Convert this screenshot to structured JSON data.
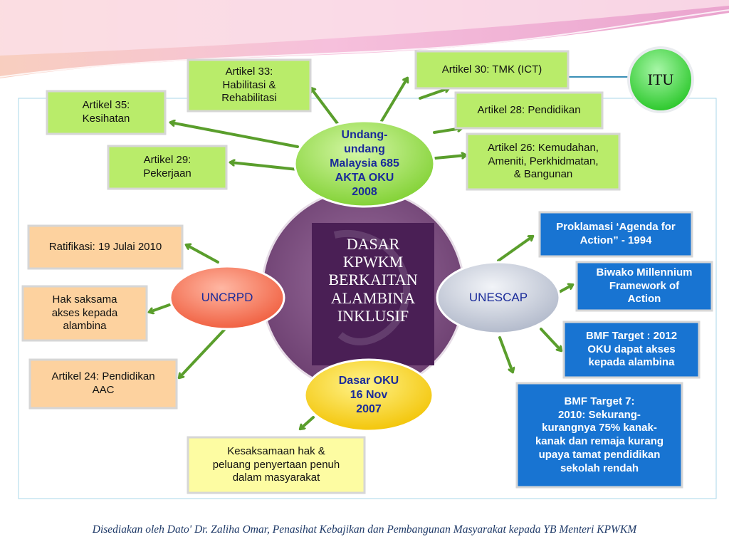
{
  "slide_title": "",
  "center": {
    "title": "DASAR\nKPWKM\nBERKAITAN\nALAMBINA\nINKLUSIF"
  },
  "hubs": {
    "law": "Undang-\nundang\nMalaysia 685\nAKTA OKU\n2008",
    "uncrpd": "UNCRPD",
    "unescap": "UNESCAP",
    "policy": "Dasar OKU\n16 Nov\n2007",
    "itu": "ITU"
  },
  "law_items": {
    "art33": "Artikel 33:\nHabilitasi &\nRehabilitasi",
    "art35": "Artikel 35:\nKesihatan",
    "art29": "Artikel 29:\nPekerjaan",
    "art30": "Artikel 30: TMK (ICT)",
    "art28": "Artikel 28: Pendidikan",
    "art26": "Artikel 26: Kemudahan,\nAmeniti, Perkhidmatan,\n& Bangunan"
  },
  "uncrpd_items": {
    "ratify": "Ratifikasi: 19 Julai 2010",
    "equal_access": "Hak saksama\nakses kepada\nalambina",
    "art24": "Artikel 24: Pendidikan\nAAC"
  },
  "unescap_items": {
    "proclamation": "Proklamasi ‘Agenda for\nAction” - 1994",
    "biwako": "Biwako Millennium\nFramework of\nAction",
    "bmf2012": "BMF Target : 2012\nOKU dapat akses\nkepada alambina",
    "bmf7": "BMF Target 7:\n2010: Sekurang-\nkurangnya 75% kanak-\nkanak dan remaja kurang\nupaya tamat pendidikan\nsekolah rendah"
  },
  "policy_items": {
    "equality": "Kesaksamaan hak &\npeluang penyertaan penuh\ndalam masyarakat"
  },
  "footer": "Disediakan oleh Dato' Dr. Zaliha Omar, Penasihat Kebajikan dan Pembangunan Masyarakat kepada YB Menteri KPWKM",
  "colors": {
    "green_box": "#b9ec6a",
    "orange_box": "#fdd29f",
    "blue_box": "#1874d2",
    "yellow_box": "#fdfca2",
    "arrow_green": "#5a9e2c",
    "center_purple": "#7d4f80",
    "law_ellipse": "#8ddb3f",
    "uncrpd_ellipse": "#f36a4c",
    "unescap_ellipse": "#c3cad8",
    "policy_ellipse": "#ffd700",
    "itu_circle": "#3ddb3d",
    "footer_text": "#1f3a68"
  }
}
